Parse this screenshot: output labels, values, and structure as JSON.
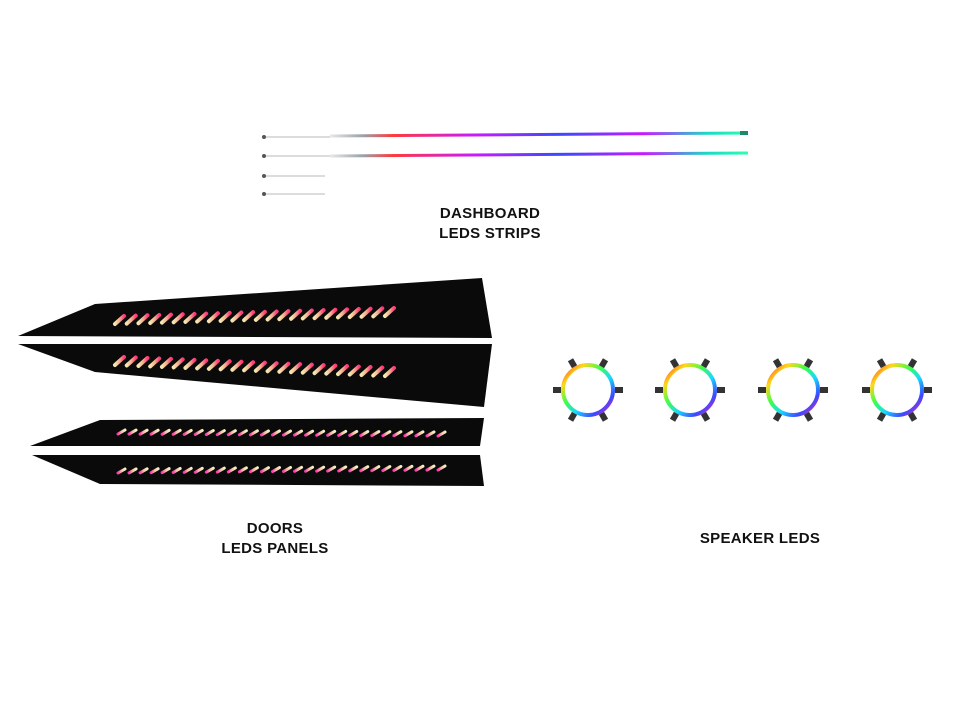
{
  "labels": {
    "dashboard": [
      "DASHBOARD",
      "LEDS STRIPS"
    ],
    "doors": [
      "DOORS",
      "LEDS PANELS"
    ],
    "speakers": [
      "SPEAKER LEDS"
    ]
  },
  "colors": {
    "background": "#ffffff",
    "panel": "#0a0a0a",
    "text": "#111111",
    "rainbow": [
      "#ff2a2a",
      "#ff9a1a",
      "#ffe81a",
      "#3cff4a",
      "#1ad8ff",
      "#3a4aff",
      "#c21aff",
      "#ff1ab0"
    ]
  },
  "product": {
    "dashboard_strips": 4,
    "door_panels": 4,
    "speaker_rings": 4
  }
}
